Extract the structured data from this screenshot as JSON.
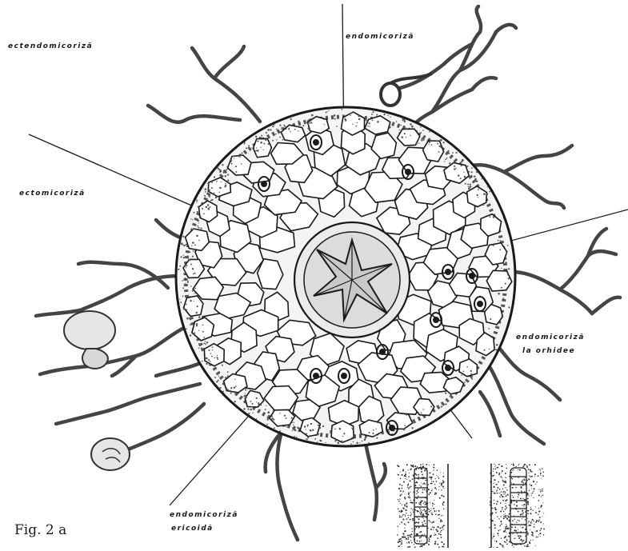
{
  "figure": {
    "caption": "Fig. 2 a",
    "labels": {
      "ectendomicoriza": "ectendomicoriză",
      "endomicoriza_top": "endomicoriză",
      "ectomicoriza": "ectomicoriză",
      "endomicoriza_orhidee_line1": "endomicoriză",
      "endomicoriza_orhidee_line2": "la orhidee",
      "endomicoriza_ericoida_line1": "endomicoriză",
      "endomicoriza_ericoida_line2": "ericoidă"
    },
    "colors": {
      "ink": "#1a1a1a",
      "paper": "#ffffff",
      "hypha": "#444444"
    }
  }
}
